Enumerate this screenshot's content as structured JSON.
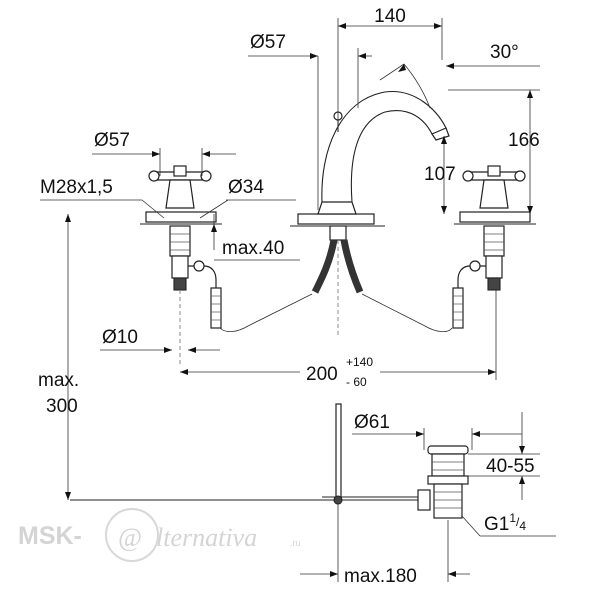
{
  "dimensions": {
    "spout_width": "140",
    "spout_diameter": "Ø57",
    "spout_angle": "30°",
    "spout_height": "166",
    "spout_outlet_height": "107",
    "handle_diameter": "Ø57",
    "thread_size": "M28x1,5",
    "handle_base_diameter": "Ø34",
    "max_deck_thickness": "max.40",
    "hose_diameter": "Ø10",
    "spread_base": "200",
    "spread_plus": "+140",
    "spread_minus": "- 60",
    "max_height_line1": "max.",
    "max_height_line2": "300",
    "drain_diameter": "Ø61",
    "drain_range": "40-55",
    "drain_thread_main": "G1",
    "drain_thread_sup": "1",
    "drain_thread_sub": "4",
    "drain_max_length": "max.180"
  },
  "watermark": {
    "brand_left": "MSK-",
    "brand_script": "lternativa",
    "brand_suffix": ".ru"
  }
}
